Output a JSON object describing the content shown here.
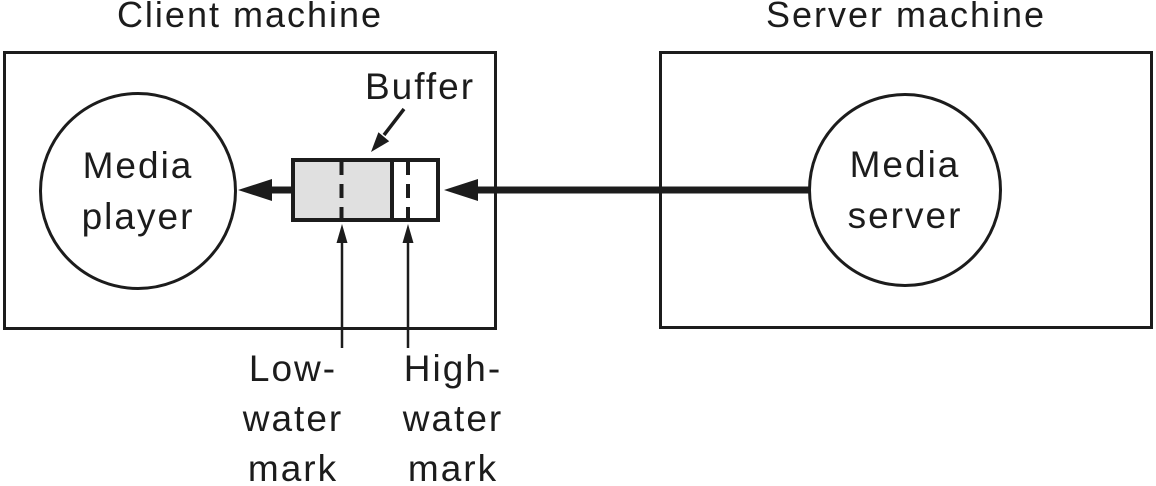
{
  "diagram": {
    "client": {
      "title": "Client machine",
      "media_player": "Media\nplayer",
      "buffer_label": "Buffer",
      "low_water_mark": "Low-\nwater\nmark",
      "high_water_mark": "High-\nwater\nmark"
    },
    "server": {
      "title": "Server machine",
      "media_server": "Media\nserver"
    },
    "colors": {
      "line": "#1c1c1c",
      "buffer_fill": "#e0e0e0",
      "background": "#ffffff"
    }
  }
}
